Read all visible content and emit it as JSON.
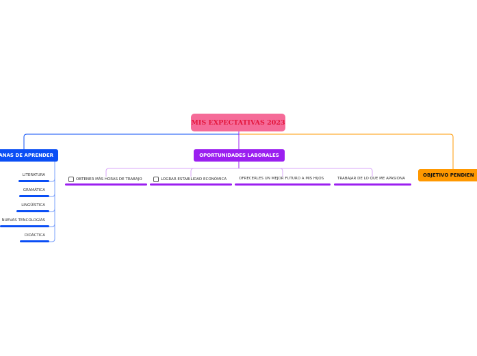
{
  "root": {
    "title": "MIS EXPECTATIVAS 2023"
  },
  "colors": {
    "root": "#f56b98",
    "root_text": "#e3173d",
    "blue": "#0a4ef5",
    "purple": "#9b1ff0",
    "orange": "#ff9800"
  },
  "branches": {
    "aprender": {
      "label": "ANAS DE APRENDER",
      "children": [
        "LITERATURA",
        "GRAMÁTICA",
        "LINGÜÍSTICA",
        "NUEVAS TENCOLOGÍAS",
        "DIDÁCTICA"
      ]
    },
    "laborales": {
      "label": "OPORTUNIDADES LABORALES",
      "children": [
        {
          "label": "OBTENER MÁS HORAS DE TRABAJO",
          "checkbox": true
        },
        {
          "label": "LOGRAR ESTABILIDAD ECONÓMICA",
          "checkbox": true
        },
        {
          "label": "OFRECERLES UN MEJOR FUTURO A MIS HIJOS",
          "checkbox": false
        },
        {
          "label": "TRABAJAR DE LO QUE ME APASIONA",
          "checkbox": false
        }
      ]
    },
    "objetivo": {
      "label": "OBJETIVO PENDIEN"
    }
  }
}
